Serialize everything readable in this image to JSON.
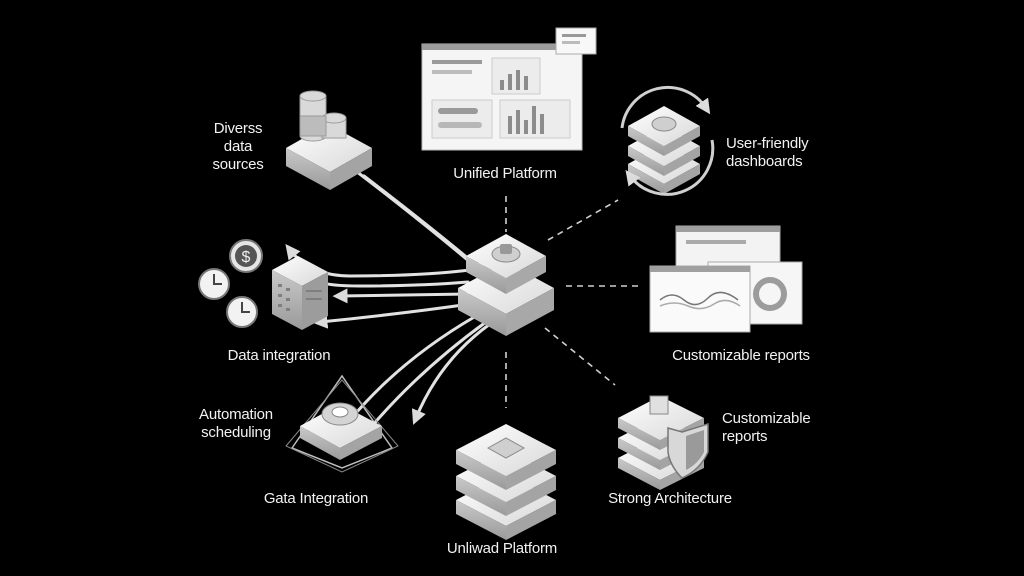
{
  "labels": {
    "diverse_sources": "Diverss\ndata\nsources",
    "unified_platform_top": "Unified Platform",
    "user_friendly": "User-friendly\ndashboards",
    "data_integration": "Data integration",
    "customizable_reports_1": "Customizable reports",
    "automation": "Automation\nscheduling",
    "customizable_reports_2": "Customizable\nreports",
    "gata_integration": "Gata Integration",
    "strong_architecture": "Strong Architecture",
    "unliwad_platform": "Unliwad Platform"
  },
  "icons": {
    "dollar_symbol": "$"
  },
  "colors": {
    "background": "#000000",
    "block_top": "#f3f3f3",
    "block_side": "#bdbdbd",
    "block_dark": "#8e8e8e",
    "line": "#d9d9d9"
  }
}
